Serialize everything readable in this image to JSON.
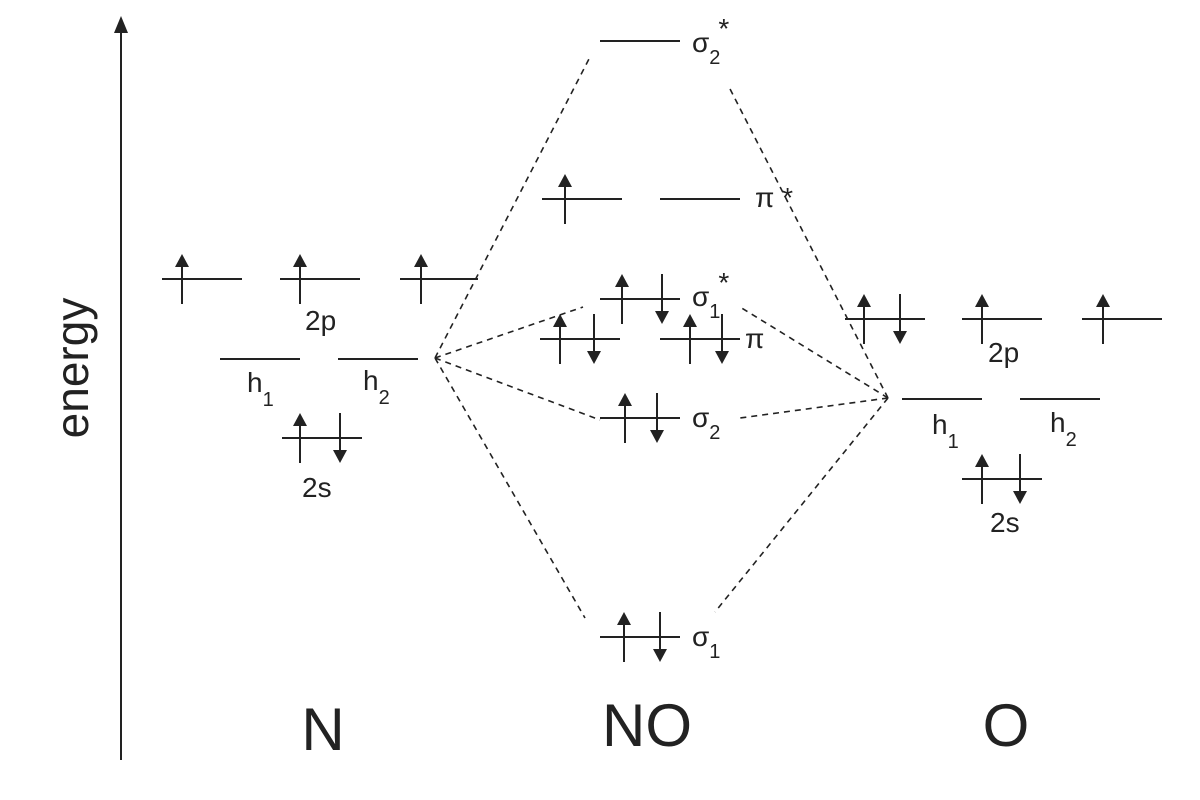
{
  "axis": {
    "title": "energy"
  },
  "atoms": {
    "left": "N",
    "center": "NO",
    "right": "O"
  },
  "left_atom": {
    "p_label": "2p",
    "s_label": "2s",
    "h1": {
      "main": "h",
      "sub": "1"
    },
    "h2": {
      "main": "h",
      "sub": "2"
    },
    "p_electrons": [
      "up",
      "up",
      "up"
    ],
    "h_electrons": [
      "none",
      "none"
    ],
    "s_electrons": [
      "up",
      "down"
    ]
  },
  "right_atom": {
    "p_label": "2p",
    "s_label": "2s",
    "h1": {
      "main": "h",
      "sub": "1"
    },
    "h2": {
      "main": "h",
      "sub": "2"
    },
    "p_electrons": [
      [
        "up",
        "down"
      ],
      [
        "up"
      ],
      [
        "up"
      ]
    ],
    "h_electrons": [
      "none",
      "none"
    ],
    "s_electrons": [
      "up",
      "down"
    ]
  },
  "molecule": {
    "sigma2_star": {
      "main": "σ",
      "sub": "2",
      "sup": "*",
      "electrons": []
    },
    "pi_star": {
      "label": "π *",
      "electrons": [
        [
          "up"
        ],
        []
      ]
    },
    "sigma1_star": {
      "main": "σ",
      "sub": "1",
      "sup": "*",
      "electrons": [
        "up",
        "down"
      ]
    },
    "pi": {
      "label": "π",
      "electrons": [
        [
          "up",
          "down"
        ],
        [
          "up",
          "down"
        ]
      ]
    },
    "sigma2": {
      "main": "σ",
      "sub": "2",
      "electrons": [
        "up",
        "down"
      ]
    },
    "sigma1": {
      "main": "σ",
      "sub": "1",
      "electrons": [
        "up",
        "down"
      ]
    }
  }
}
